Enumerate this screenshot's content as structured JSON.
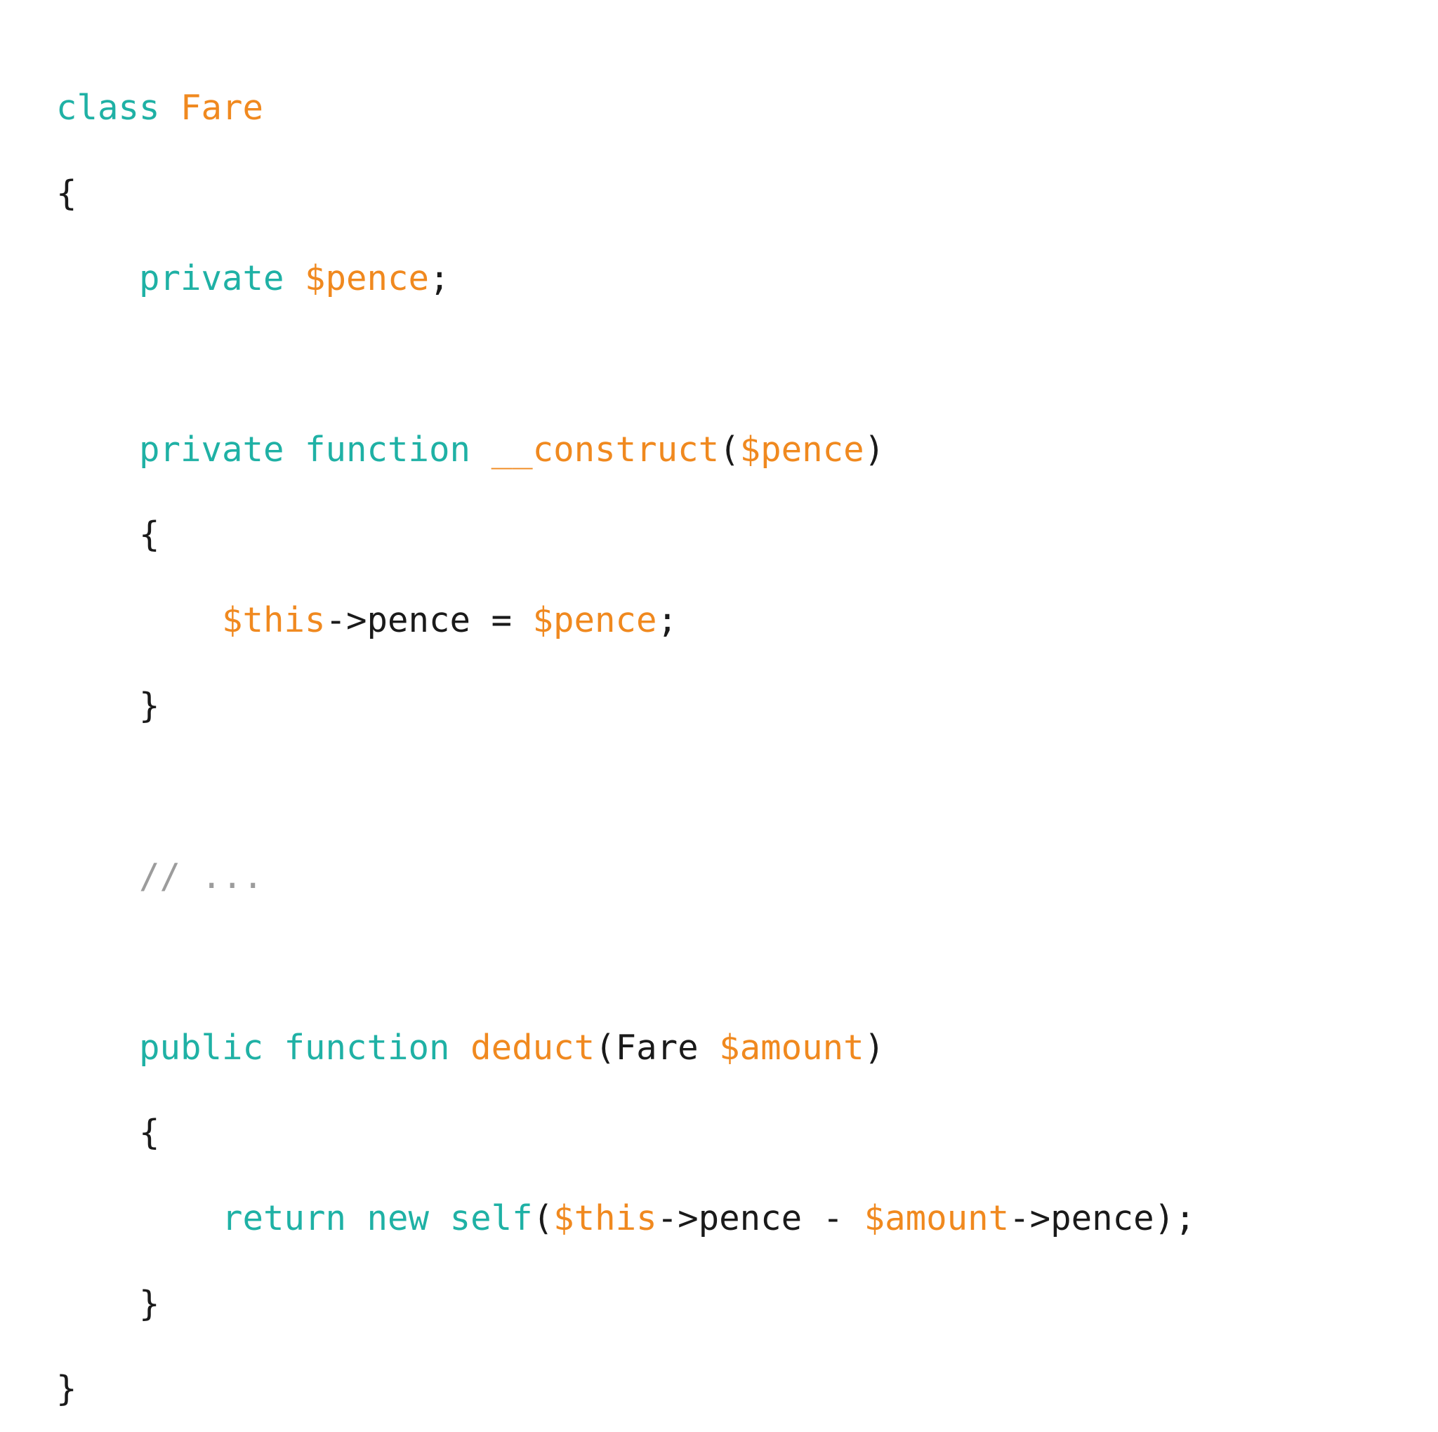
{
  "colors": {
    "background": "#ffffff",
    "keyword": "#1fb1a5",
    "name": "#f0891f",
    "plain": "#1a1a1a",
    "comment": "#9c9c9c"
  },
  "code": {
    "lines": [
      [
        {
          "t": "class",
          "c": "kw"
        },
        {
          "t": " ",
          "c": "pl"
        },
        {
          "t": "Fare",
          "c": "nm"
        }
      ],
      [
        {
          "t": "{",
          "c": "pl"
        }
      ],
      [
        {
          "t": "    ",
          "c": "pl"
        },
        {
          "t": "private",
          "c": "kw"
        },
        {
          "t": " ",
          "c": "pl"
        },
        {
          "t": "$pence",
          "c": "nm"
        },
        {
          "t": ";",
          "c": "pl"
        }
      ],
      [],
      [
        {
          "t": "    ",
          "c": "pl"
        },
        {
          "t": "private",
          "c": "kw"
        },
        {
          "t": " ",
          "c": "pl"
        },
        {
          "t": "function",
          "c": "kw"
        },
        {
          "t": " ",
          "c": "pl"
        },
        {
          "t": "__construct",
          "c": "nm"
        },
        {
          "t": "(",
          "c": "pl"
        },
        {
          "t": "$pence",
          "c": "nm"
        },
        {
          "t": ")",
          "c": "pl"
        }
      ],
      [
        {
          "t": "    {",
          "c": "pl"
        }
      ],
      [
        {
          "t": "        ",
          "c": "pl"
        },
        {
          "t": "$this",
          "c": "nm"
        },
        {
          "t": "->pence = ",
          "c": "pl"
        },
        {
          "t": "$pence",
          "c": "nm"
        },
        {
          "t": ";",
          "c": "pl"
        }
      ],
      [
        {
          "t": "    }",
          "c": "pl"
        }
      ],
      [],
      [
        {
          "t": "    ",
          "c": "pl"
        },
        {
          "t": "// ...",
          "c": "cm"
        }
      ],
      [],
      [
        {
          "t": "    ",
          "c": "pl"
        },
        {
          "t": "public",
          "c": "kw"
        },
        {
          "t": " ",
          "c": "pl"
        },
        {
          "t": "function",
          "c": "kw"
        },
        {
          "t": " ",
          "c": "pl"
        },
        {
          "t": "deduct",
          "c": "nm"
        },
        {
          "t": "(Fare ",
          "c": "pl"
        },
        {
          "t": "$amount",
          "c": "nm"
        },
        {
          "t": ")",
          "c": "pl"
        }
      ],
      [
        {
          "t": "    {",
          "c": "pl"
        }
      ],
      [
        {
          "t": "        ",
          "c": "pl"
        },
        {
          "t": "return",
          "c": "kw"
        },
        {
          "t": " ",
          "c": "pl"
        },
        {
          "t": "new",
          "c": "kw"
        },
        {
          "t": " ",
          "c": "pl"
        },
        {
          "t": "self",
          "c": "kw"
        },
        {
          "t": "(",
          "c": "pl"
        },
        {
          "t": "$this",
          "c": "nm"
        },
        {
          "t": "->pence - ",
          "c": "pl"
        },
        {
          "t": "$amount",
          "c": "nm"
        },
        {
          "t": "->pence);",
          "c": "pl"
        }
      ],
      [
        {
          "t": "    }",
          "c": "pl"
        }
      ],
      [
        {
          "t": "}",
          "c": "pl"
        }
      ]
    ]
  }
}
